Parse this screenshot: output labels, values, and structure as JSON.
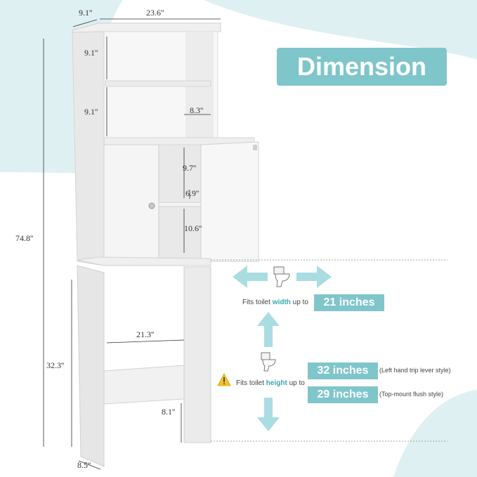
{
  "title": "Dimension",
  "dimensions": {
    "top_depth": "9.1''",
    "top_width": "23.6''",
    "shelf_upper": "9.1''",
    "shelf_lower": "9.1''",
    "shelf_depth": "8.3''",
    "cabinet_upper": "9.7''",
    "cabinet_shelf_depth": "6.9''",
    "cabinet_lower": "10.6''",
    "total_height": "74.8''",
    "inner_width": "21.3''",
    "leg_height": "32.3''",
    "bottom_bar": "8.1''",
    "base_depth": "8.5''"
  },
  "fit_width": {
    "label_prefix": "Fits toilet ",
    "label_highlight": "width",
    "label_suffix": " up to",
    "value": "21 inches"
  },
  "fit_height": {
    "label_prefix": "Fits toilet ",
    "label_highlight": "height",
    "label_suffix": " up to",
    "value_1": "32 inches",
    "note_1": "(Left hand trip lever style)",
    "value_2": "29 inches",
    "note_2": "(Top-mount flush style)"
  },
  "colors": {
    "accent": "#7fc6cb",
    "accent_text": "#3aa8b0",
    "blob": "#dff0f2",
    "arrow": "#a9dde2",
    "warning": "#f2c12e"
  },
  "icons": [
    "toilet-icon",
    "warning-icon",
    "horizontal-arrow-icon",
    "vertical-arrow-icon"
  ]
}
